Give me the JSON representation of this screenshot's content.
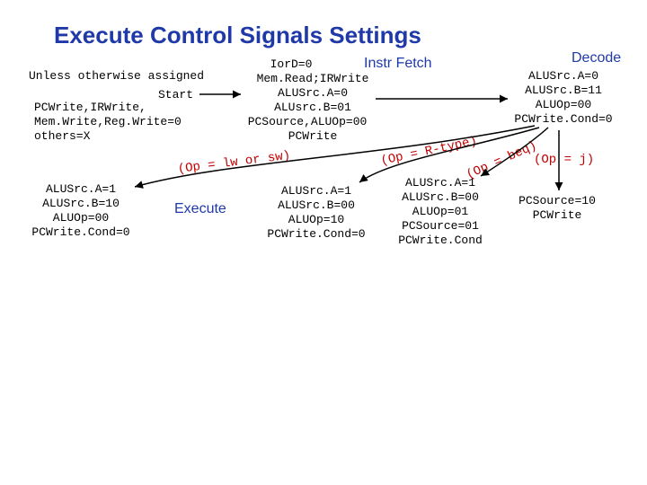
{
  "title": "Execute Control Signals Settings",
  "notes": {
    "unless": "Unless otherwise assigned",
    "start": "Start",
    "assign_lines": [
      "PCWrite,IRWrite,",
      "Mem.Write,Reg.Write=0",
      "others=X"
    ]
  },
  "states": {
    "fetch": {
      "label": "Instr Fetch",
      "lines": [
        "IorD=0",
        "Mem.Read;IRWrite",
        "ALUSrc.A=0",
        "ALUsrc.B=01",
        "PCSource,ALUOp=00",
        "PCWrite"
      ]
    },
    "decode": {
      "label": "Decode",
      "lines": [
        "ALUSrc.A=0",
        "ALUSrc.B=11",
        "ALUOp=00",
        "PCWrite.Cond=0"
      ]
    },
    "execute_mem": {
      "lines": [
        "ALUSrc.A=1",
        "ALUSrc.B=10",
        "ALUOp=00",
        "PCWrite.Cond=0"
      ]
    },
    "execute_label": "Execute",
    "execute_rtype": {
      "lines": [
        "ALUSrc.A=1",
        "ALUSrc.B=00",
        "ALUOp=10",
        "PCWrite.Cond=0"
      ]
    },
    "execute_beq": {
      "lines": [
        "ALUSrc.A=1",
        "ALUSrc.B=00",
        "ALUOp=01",
        "PCSource=01",
        "PCWrite.Cond"
      ]
    },
    "execute_j": {
      "lines": [
        "PCSource=10",
        "PCWrite"
      ]
    }
  },
  "edges": {
    "lw_sw": "(Op = lw or sw)",
    "rtype": "(Op = R-type)",
    "beq": "(Op = beq)",
    "j": "(Op = j)"
  },
  "colors": {
    "title": "#1f3aa8",
    "edge_label": "#c00000",
    "arrow": "#000000"
  }
}
